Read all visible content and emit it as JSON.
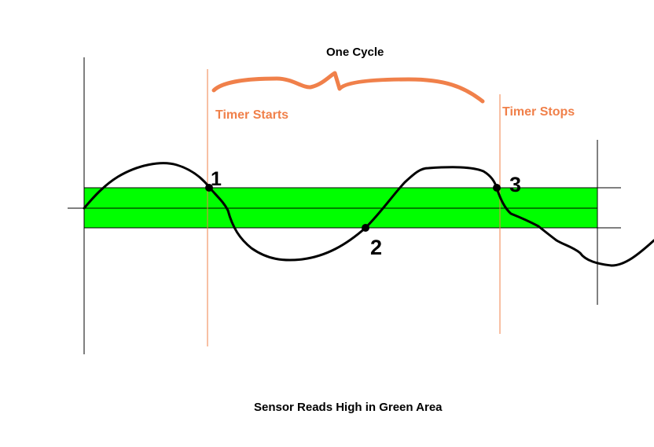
{
  "title": "One Cycle",
  "labels": {
    "timer_start": "Timer Starts",
    "timer_stop": "Timer Stops",
    "caption": "Sensor Reads High in Green Area"
  },
  "points": [
    "1",
    "2",
    "3"
  ],
  "colors": {
    "band": "#00ff00",
    "accent": "#f0804a",
    "wave": "#000000",
    "axis": "#000000"
  }
}
